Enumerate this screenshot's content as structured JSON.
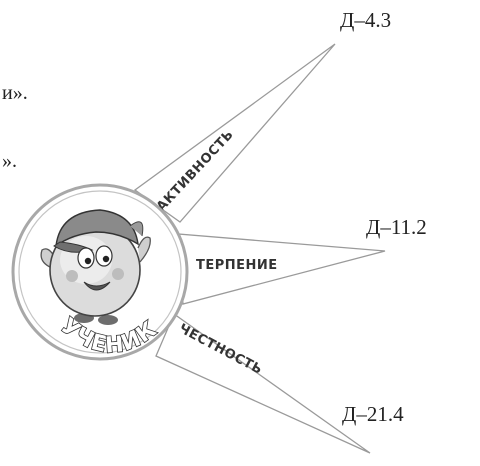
{
  "text_fragments": [
    "и».",
    "»."
  ],
  "center": {
    "label": "УЧЕНИК"
  },
  "rays": [
    {
      "label": "АКТИВНОСТЬ",
      "ref": "Д–4.3"
    },
    {
      "label": "ТЕРПЕНИЕ",
      "ref": "Д–11.2"
    },
    {
      "label": "ЧЕСТНОСТЬ",
      "ref": "Д–21.4"
    }
  ],
  "colors": {
    "line": "#9a9a9a",
    "ring": "#a8a8a8",
    "text": "#222222"
  }
}
